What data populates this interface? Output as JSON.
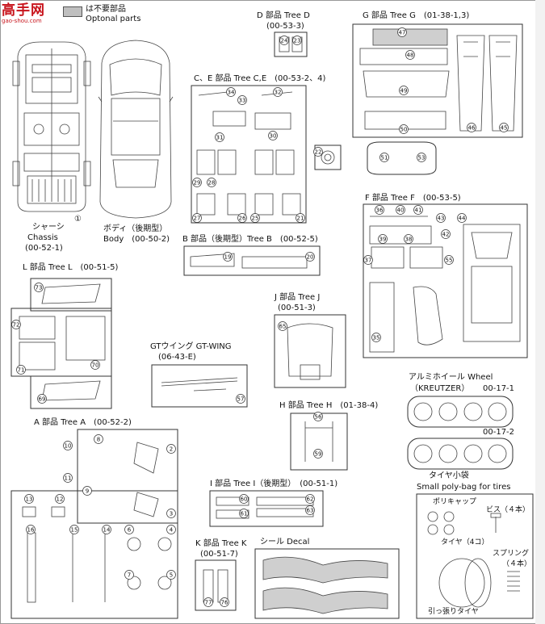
{
  "logo": {
    "main": "高手网",
    "url": "gao-shou.com"
  },
  "legend": {
    "jp": "は不要部品",
    "en": "Optonal parts"
  },
  "chassis": {
    "jp": "シャーシ",
    "en": "Chassis",
    "code": "(00-52-1)",
    "num": "①"
  },
  "body": {
    "jp": "ボディ（後期型）",
    "en_code": "Body　(00-50-2)"
  },
  "tree_d": {
    "title": "D 部品 Tree D",
    "code": "(00-53-3)",
    "nums": [
      "24",
      "23"
    ]
  },
  "tree_g": {
    "title": "G 部品 Tree G　(01-38-1,3)",
    "nums": [
      "47",
      "48",
      "49",
      "50",
      "46",
      "45",
      "51",
      "53"
    ]
  },
  "tree_ce": {
    "title": "C、E 部品 Tree C,E　(00-53-2、4)",
    "nums": [
      "34",
      "33",
      "32",
      "31",
      "30",
      "29",
      "28",
      "27",
      "26",
      "25",
      "21",
      "22"
    ]
  },
  "tree_b": {
    "title": "B 部品（後期型）Tree B　(00-52-5)",
    "nums": [
      "19",
      "20"
    ]
  },
  "tree_f": {
    "title": "F 部品 Tree F　(00-53-5)",
    "nums": [
      "36",
      "40",
      "41",
      "43",
      "44",
      "42",
      "39",
      "38",
      "37",
      "35",
      "55"
    ]
  },
  "tree_l": {
    "title": "L 部品 Tree L　(00-51-5)",
    "nums": [
      "73",
      "72",
      "71",
      "70",
      "69"
    ]
  },
  "tree_j": {
    "title": "J 部品 Tree J",
    "code": "(00-51-3)",
    "nums": [
      "65"
    ]
  },
  "gt_wing": {
    "title": "GTウイング GT-WING",
    "code": "(06-43-E)",
    "nums": [
      "57"
    ]
  },
  "wheel": {
    "title": "アルミホイール Wheel",
    "brand": "（KREUTZER）",
    "code1": "00-17-1",
    "code2": "00-17-2"
  },
  "tree_h": {
    "title": "H 部品 Tree H　(01-38-4)",
    "nums": [
      "56",
      "59"
    ]
  },
  "tree_a": {
    "title": "A 部品 Tree A　(00-52-2)",
    "nums": [
      "10",
      "8",
      "11",
      "9",
      "2",
      "3",
      "13",
      "12",
      "16",
      "15",
      "14",
      "6",
      "4",
      "7",
      "5"
    ]
  },
  "tires": {
    "title_jp": "タイヤ小袋",
    "title_en": "Small poly-bag for tires",
    "polycap": "ポリキャップ",
    "screw": "ビス（４本）",
    "tire": "タイヤ（4コ）",
    "spring": "スプリング",
    "spring_count": "（４本）",
    "pull": "引っ張りタイヤ"
  },
  "tree_i": {
    "title": "I 部品 Tree I（後期型）　(00-51-1)",
    "nums": [
      "60",
      "61",
      "62",
      "63"
    ]
  },
  "tree_k": {
    "title": "K 部品 Tree K",
    "code": "(00-51-7)",
    "nums": [
      "77",
      "76"
    ]
  },
  "decal": {
    "title": "シール Decal"
  }
}
